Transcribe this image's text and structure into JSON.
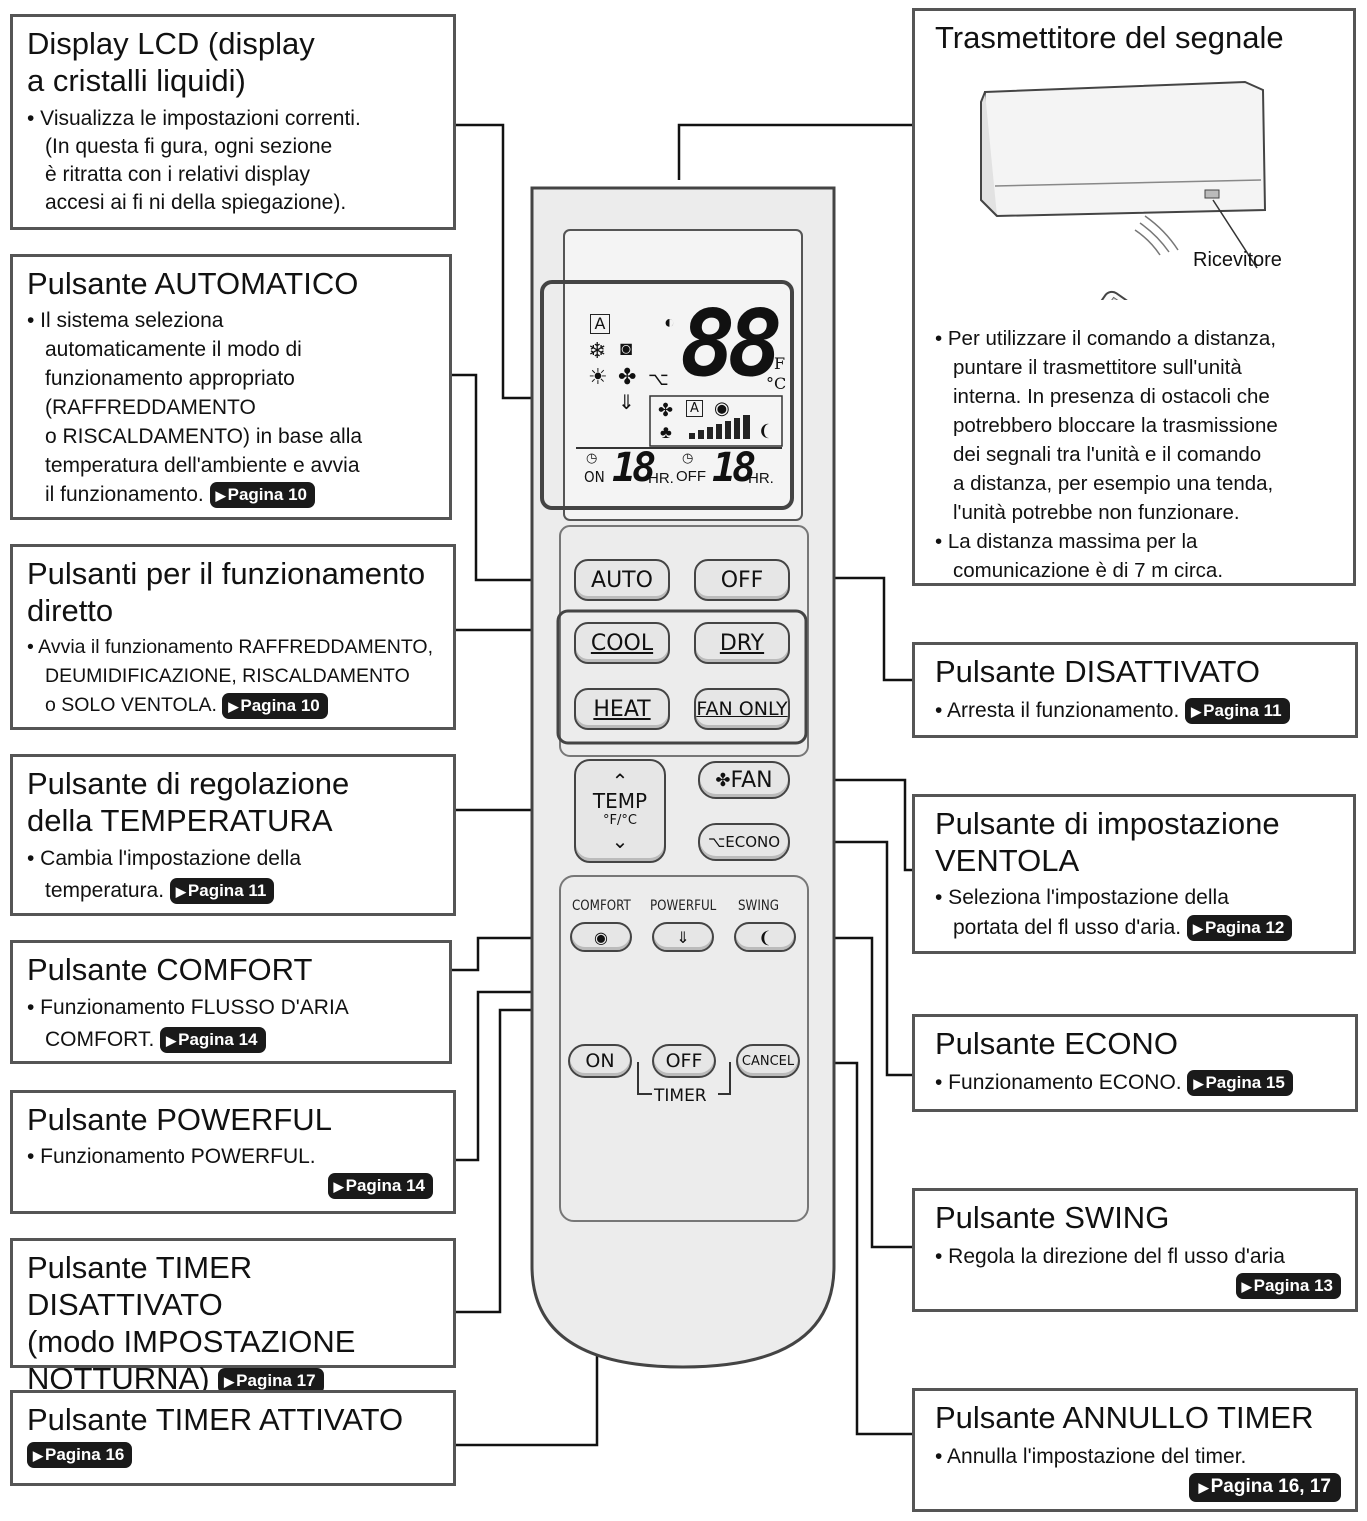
{
  "boxes": {
    "lcd": {
      "title_line1": "Display LCD (display",
      "title_line2": "a cristalli liquidi)",
      "bullet": "• Visualizza le impostazioni correnti.",
      "line2": "(In questa fi gura, ogni sezione",
      "line3": "è ritratta con i relativi display",
      "line4": "accesi ai fi ni della spiegazione)."
    },
    "auto": {
      "title": "Pulsante AUTOMATICO",
      "l1": "• Il sistema seleziona",
      "l2": "automaticamente il modo di",
      "l3": "funzionamento appropriato",
      "l4": "(RAFFREDDAMENTO",
      "l5": "o RISCALDAMENTO) in base alla",
      "l6": "temperatura dell'ambiente e avvia",
      "l7": "il funzionamento.",
      "page": "Pagina 10"
    },
    "direct": {
      "title_line1": "Pulsanti per il funzionamento",
      "title_line2": "diretto",
      "l1": "• Avvia il funzionamento RAFFREDDAMENTO,",
      "l2": "DEUMIDIFICAZIONE, RISCALDAMENTO",
      "l3": "o SOLO VENTOLA.",
      "page": "Pagina 10"
    },
    "temp": {
      "title_line1": "Pulsante di regolazione",
      "title_line2": "della TEMPERATURA",
      "l1": "• Cambia l'impostazione della",
      "l2": "temperatura.",
      "page": "Pagina 11"
    },
    "comfort": {
      "title": "Pulsante COMFORT",
      "l1": "• Funzionamento FLUSSO D'ARIA",
      "l2": "COMFORT.",
      "page": "Pagina 14"
    },
    "powerful": {
      "title": "Pulsante POWERFUL",
      "l1": "• Funzionamento POWERFUL.",
      "page": "Pagina 14"
    },
    "timer_off": {
      "title_line1": "Pulsante TIMER DISATTIVATO",
      "title_line2": "(modo IMPOSTAZIONE",
      "title_line3": "NOTTURNA)",
      "page": "Pagina 17"
    },
    "timer_on": {
      "title": "Pulsante TIMER ATTIVATO",
      "page": "Pagina 16"
    },
    "transmitter": {
      "title": "Trasmettitore del segnale",
      "receiver": "Ricevitore",
      "b1_l1": "• Per utilizzare il comando a distanza,",
      "b1_l2": "puntare il trasmettitore sull'unità",
      "b1_l3": "interna. In presenza di ostacoli che",
      "b1_l4": "potrebbero bloccare la trasmissione",
      "b1_l5": "dei segnali tra l'unità e il comando",
      "b1_l6": "a distanza, per esempio una tenda,",
      "b1_l7": "l'unità potrebbe non funzionare.",
      "b2_l1": "• La distanza massima per la",
      "b2_l2": "comunicazione è di 7 m circa."
    },
    "off": {
      "title": "Pulsante DISATTIVATO",
      "l1": "• Arresta il funzionamento.",
      "page": "Pagina 11"
    },
    "fan": {
      "title_line1": "Pulsante di impostazione",
      "title_line2": "VENTOLA",
      "l1": "• Seleziona l'impostazione della",
      "l2": "portata del fl usso d'aria.",
      "page": "Pagina 12"
    },
    "econo": {
      "title": "Pulsante ECONO",
      "l1": "• Funzionamento  ECONO.",
      "page": "Pagina 15"
    },
    "swing": {
      "title": "Pulsante SWING",
      "l1": "• Regola la direzione del fl usso d'aria",
      "page": "Pagina 13"
    },
    "cancel": {
      "title": "Pulsante ANNULLO TIMER",
      "l1": "• Annulla l'impostazione del timer.",
      "page": "Pagina 16, 17"
    }
  },
  "remote": {
    "lcd_temp": "88",
    "lcd_f": "°F",
    "lcd_c": "°C",
    "lcd_a": "A",
    "lcd_on": "ON",
    "lcd_off": "OFF",
    "lcd_hr": "HR.",
    "lcd_timer_digits": "18",
    "btn_auto": "AUTO",
    "btn_off": "OFF",
    "btn_cool": "COOL",
    "btn_dry": "DRY",
    "btn_heat": "HEAT",
    "btn_fan_only": "FAN ONLY",
    "btn_temp": "TEMP",
    "btn_temp_unit": "°F/°C",
    "btn_fan": "FAN",
    "btn_econo": "ECONO",
    "lbl_comfort": "COMFORT",
    "lbl_powerful": "POWERFUL",
    "lbl_swing": "SWING",
    "btn_on": "ON",
    "btn_timer_off": "OFF",
    "btn_cancel": "CANCEL",
    "lbl_timer": "TIMER"
  }
}
